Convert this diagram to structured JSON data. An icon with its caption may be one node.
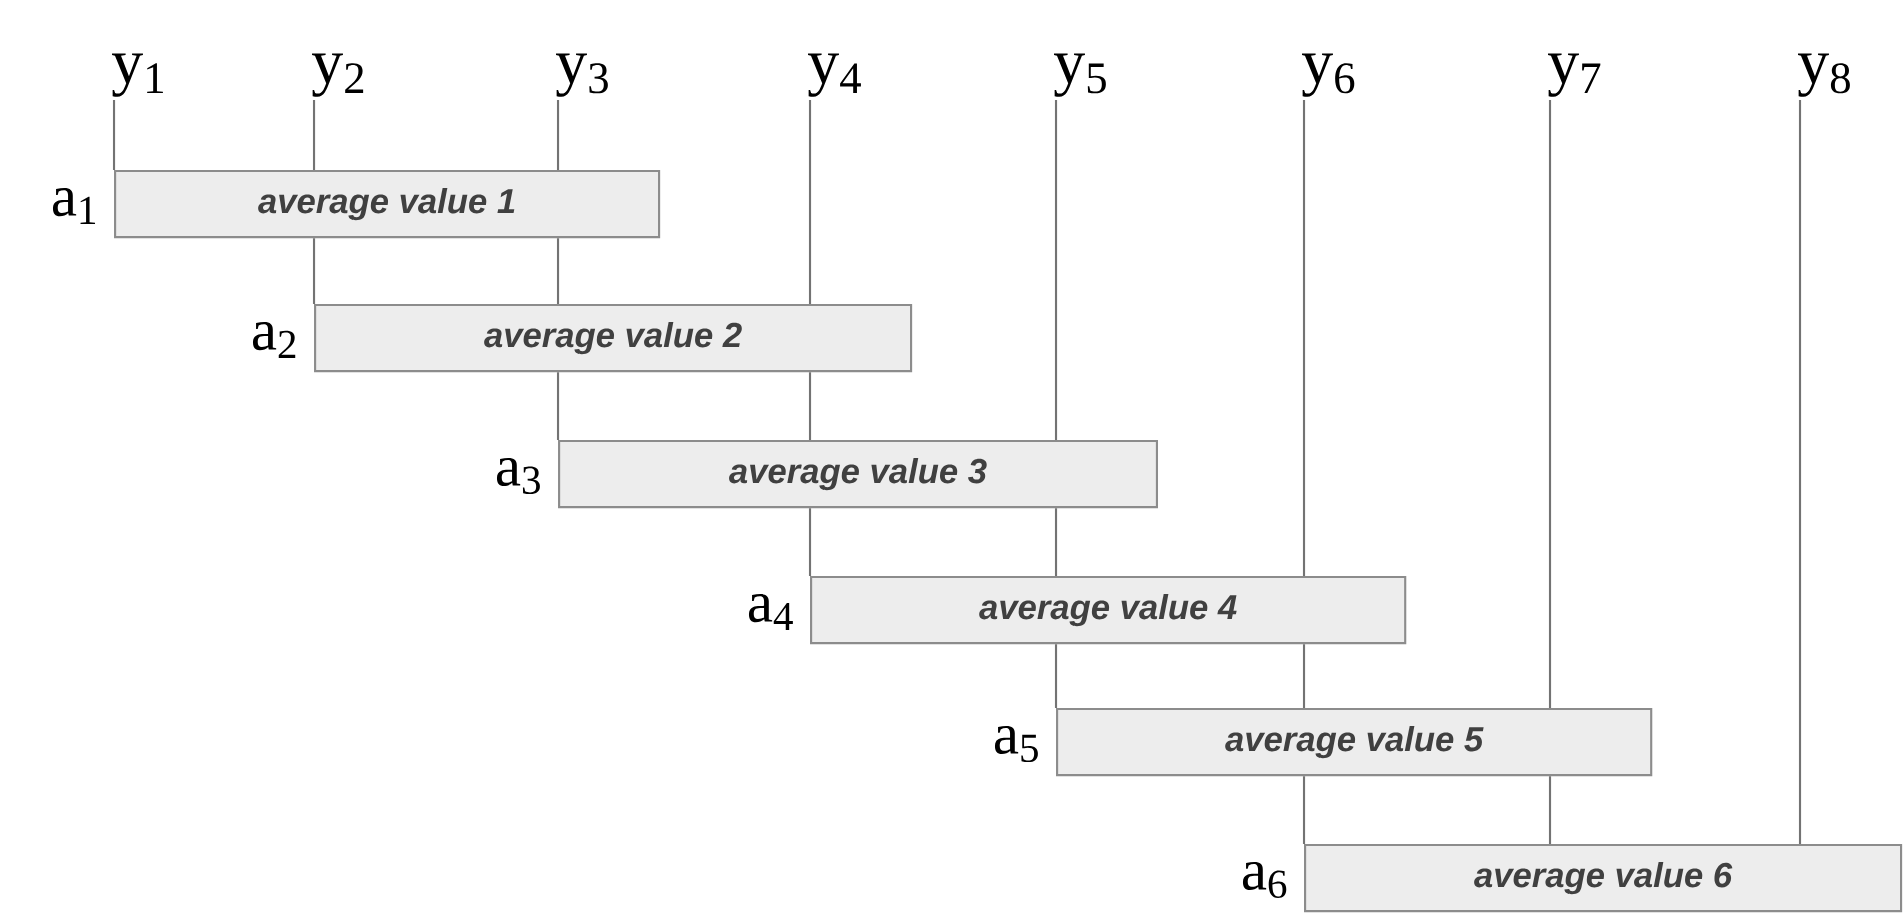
{
  "diagram": {
    "nodes": [
      {
        "text": [
          "y$_{1}$"
        ]
      },
      {
        "text": [
          "y$_{2}$"
        ]
      },
      {
        "text": [
          "y$_{3}$"
        ]
      },
      {
        "text": [
          "y$_{4}$"
        ]
      },
      {
        "text": [
          "y$_{5}$"
        ]
      },
      {
        "text": [
          "y$_{6}$"
        ]
      },
      {
        "text": [
          "y$_{7}$"
        ]
      },
      {
        "text": [
          "y$_{8}$"
        ]
      },
      {
        "text": [
          "average value 1"
        ],
        "beside": [
          "a$_{1}$"
        ]
      },
      {
        "text": [
          "average value 2"
        ],
        "beside": [
          "a$_{2}$"
        ]
      },
      {
        "text": [
          "average value 3"
        ],
        "beside": [
          "a$_{3}$"
        ]
      },
      {
        "text": [
          "average value 4"
        ],
        "beside": [
          "a$_{4}$"
        ]
      },
      {
        "text": [
          "average value 5"
        ],
        "beside": [
          "a$_{5}$"
        ]
      },
      {
        "text": [
          "average value 6"
        ],
        "beside": [
          "a$_{6}$"
        ]
      }
    ],
    "edges": [
      {
        "from": 0,
        "to": 8,
        "arrow": "none"
      },
      {
        "from": 1,
        "to": 8,
        "arrow": "none"
      },
      {
        "from": 8,
        "to": 9,
        "arrow": "none"
      },
      {
        "from": 2,
        "to": 8,
        "arrow": "none"
      },
      {
        "from": 8,
        "to": 9,
        "arrow": "none"
      },
      {
        "from": 9,
        "to": 10,
        "arrow": "none"
      },
      {
        "from": 3,
        "to": 9,
        "arrow": "none"
      },
      {
        "from": 9,
        "to": 10,
        "arrow": "none"
      },
      {
        "from": 10,
        "to": 11,
        "arrow": "none"
      },
      {
        "from": 4,
        "to": 10,
        "arrow": "none"
      },
      {
        "from": 10,
        "to": 11,
        "arrow": "none"
      },
      {
        "from": 11,
        "to": 12,
        "arrow": "none"
      },
      {
        "from": 5,
        "to": 11,
        "arrow": "none"
      },
      {
        "from": 11,
        "to": 12,
        "arrow": "none"
      },
      {
        "from": 12,
        "to": 13,
        "arrow": "none"
      },
      {
        "from": 6,
        "to": 12,
        "arrow": "none"
      },
      {
        "from": 12,
        "to": 13,
        "arrow": "none"
      },
      {
        "from": 7,
        "to": 13,
        "arrow": "none"
      }
    ]
  }
}
